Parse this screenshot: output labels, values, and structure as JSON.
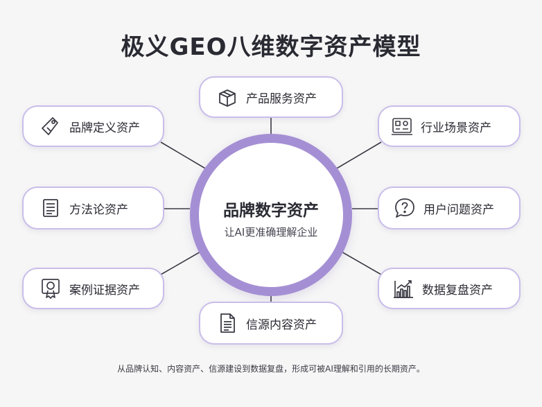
{
  "title": "极义GEO八维数字资产模型",
  "hub": {
    "title": "品牌数字资产",
    "subtitle": "让AI更准确理解企业"
  },
  "cards": [
    {
      "label": "产品服务资产",
      "icon": "package-box-icon"
    },
    {
      "label": "品牌定义资产",
      "icon": "price-tag-icon"
    },
    {
      "label": "行业场景资产",
      "icon": "dashboard-scene-icon"
    },
    {
      "label": "方法论资产",
      "icon": "document-icon"
    },
    {
      "label": "用户问题资产",
      "icon": "question-bubble-icon"
    },
    {
      "label": "案例证据资产",
      "icon": "award-badge-icon"
    },
    {
      "label": "数据复盘资产",
      "icon": "bar-chart-icon"
    },
    {
      "label": "信源内容资产",
      "icon": "file-text-icon"
    }
  ],
  "footer": "从品牌认知、内容资产、信源建设到数据复盘，形成可被AI理解和引用的长期资产。",
  "colors": {
    "ring": "#a58fd4",
    "card_border": "#c9bde9",
    "icon_stroke": "#3a3a44",
    "background": "#f6f6f6"
  }
}
